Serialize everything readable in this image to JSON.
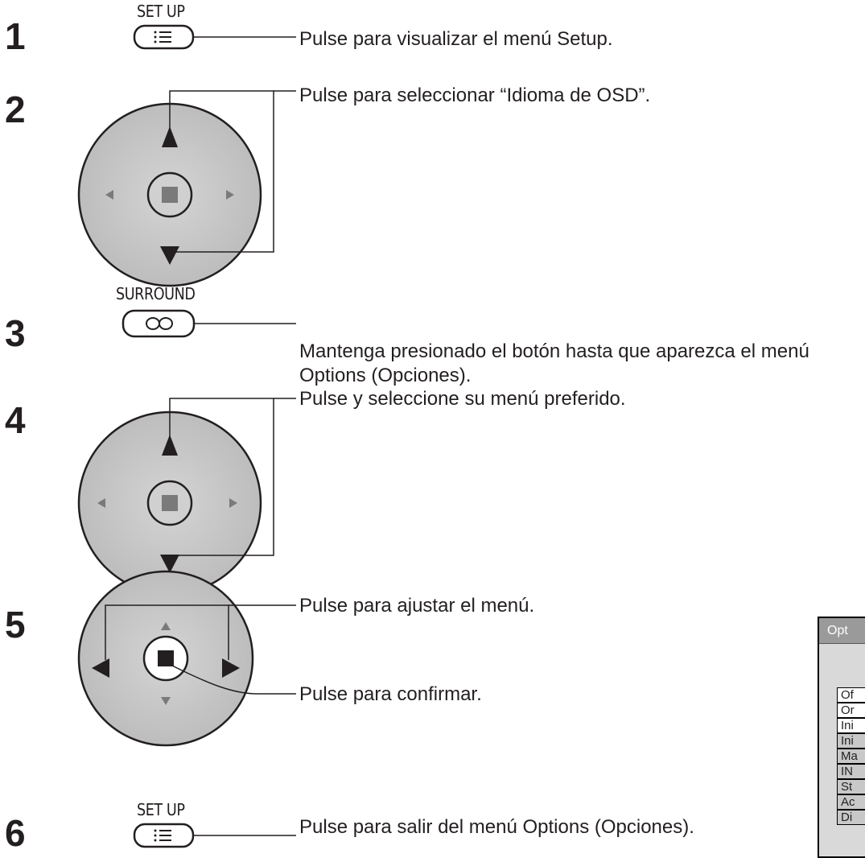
{
  "steps": [
    {
      "number": "1",
      "button_label": "SET UP",
      "description": "Pulse para visualizar el menú Setup."
    },
    {
      "number": "2",
      "description": "Pulse para seleccionar “Idioma de OSD”."
    },
    {
      "number": "3",
      "button_label": "SURROUND",
      "description_line1": "Mantenga presionado el botón hasta que aparezca el menú",
      "description_line2": "Options (Opciones)."
    },
    {
      "number": "4",
      "description": "Pulse y seleccione su menú preferido."
    },
    {
      "number": "5",
      "description_adjust": "Pulse para ajustar el menú.",
      "description_confirm": "Pulse para confirmar."
    },
    {
      "number": "6",
      "button_label": "SET UP",
      "description": "Pulse para salir del menú Options (Opciones)."
    }
  ],
  "options_menu": {
    "title": "Opt",
    "items": [
      "Of",
      "Or",
      "Ini",
      "Ini",
      "Ma",
      "IN",
      "St",
      "Ac",
      "Di"
    ]
  },
  "icons": {
    "setup": "menu-list-icon",
    "surround": "surround-icon",
    "dpad": "directional-pad-icon"
  }
}
